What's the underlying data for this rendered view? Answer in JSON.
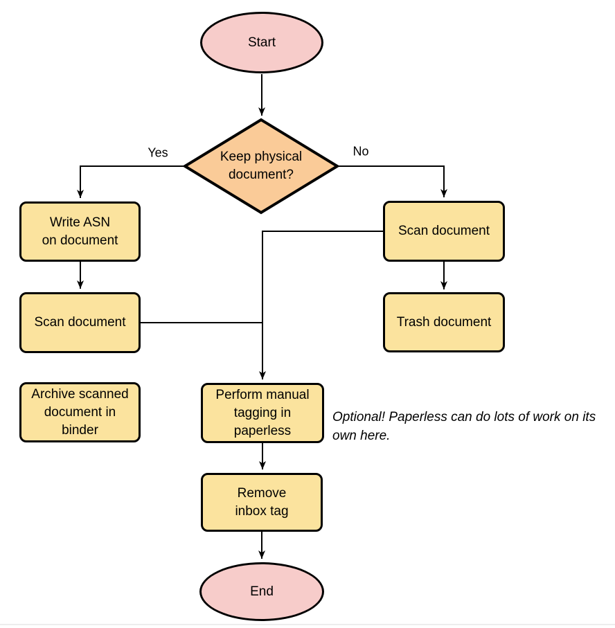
{
  "colors": {
    "page_bg": "#ffffff",
    "terminal_fill": "#F7CCCA",
    "decision_fill": "#FACB98",
    "process_fill": "#FBE39E",
    "stroke": "#000000"
  },
  "nodes": {
    "start": {
      "label": "Start"
    },
    "decision": {
      "lines": [
        "Keep physical",
        "document?"
      ]
    },
    "write_asn": {
      "lines": [
        "Write ASN",
        "on document"
      ]
    },
    "scan_left": {
      "label": "Scan document"
    },
    "archive": {
      "lines": [
        "Archive scanned",
        "document in",
        "binder"
      ]
    },
    "scan_right": {
      "label": "Scan document"
    },
    "trash": {
      "label": "Trash document"
    },
    "perform": {
      "lines": [
        "Perform manual",
        "tagging in",
        "paperless"
      ]
    },
    "remove": {
      "lines": [
        "Remove",
        "inbox tag"
      ]
    },
    "end": {
      "label": "End"
    }
  },
  "edge_labels": {
    "yes": "Yes",
    "no": "No"
  },
  "note": {
    "text": "Optional! Paperless can do lots of work on its own here."
  }
}
